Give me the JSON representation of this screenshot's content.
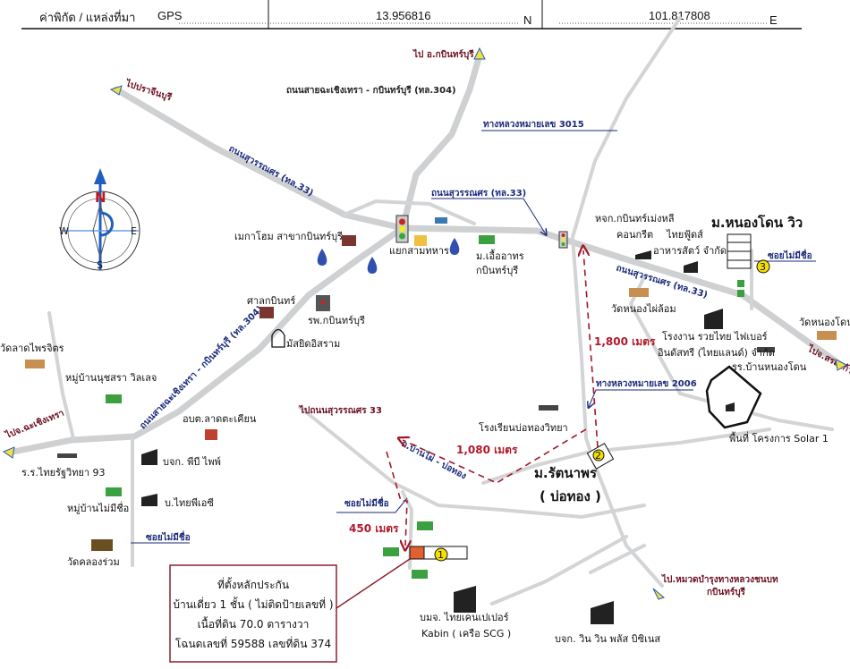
{
  "header": {
    "label": "ค่าพิกัด / แหล่งที่มา",
    "source": "GPS",
    "latitude": "13.956816",
    "lat_suffix": "N",
    "longitude": "101.817808",
    "lon_suffix": "E"
  },
  "compass": {
    "n": "N",
    "s": "S",
    "e": "E",
    "w": "W"
  },
  "roads": {
    "rd304_north": "ถนนสายฉะเชิงเทรา - กบินทร์บุรี (ทล.304)",
    "rd33_nw": "ถนนสุวรรณศร (ทล.33)",
    "rd3015": "ทางหลวงหมายเลข 3015",
    "rd33_callout": "ถนนสุวรรณศร (ทล.33)",
    "rd33_east": "ถนนสุวรรณศร (ทล.33)",
    "rd304_sw": "ถนนสายฉะเชิงเทรา - กบินทร์บุรี (ทล.304)",
    "rd2006": "ทางหลวงหมายเลข 2006",
    "banphai": "ถ.บ้านไผ่ - บ่อทอง",
    "soi_east": "ซอยไม่มีชื่อ",
    "soi_west": "ซอยไม่มีชื่อ",
    "soi_center": "ซอยไม่มีชื่อ"
  },
  "directions": {
    "to_kabin": "ไป อ.กบินทร์บุรี",
    "to_prachin": "ไปปราจีนบุรี",
    "to_chachoeng": "ไปจ.ฉะเชิงเทรา",
    "to_sakaeo": "ไปจ.สระแก้ว",
    "to_rd33": "ไปถนนสุวรรณศร 33",
    "to_rural_1": "ไป.หมวดบำรุงทางหลวงชนบท",
    "to_rural_2": "กบินทร์บุรี"
  },
  "distances": {
    "d1800": "1,800 เมตร",
    "d1080": "1,080 เมตร",
    "d450": "450 เมตร"
  },
  "places": {
    "megahome": "เมกาโฮม สาขากบินทร์บุรี",
    "samthahan": "แยกสามทหาร",
    "euarthon_1": "ม.เอื้ออาทร",
    "euarthon_2": "กบินทร์บุรี",
    "court": "ศาลกบินทร์",
    "hospital": "รพ.กบินทร์บุรี",
    "mosque": "มัสยิดอิสราม",
    "concrete_1": "หจก.กบินทร์เม่งหลี",
    "concrete_2": "คอนกรีต",
    "thaifoods_1": "ไทยฟู้ดส์",
    "thaifoods_2": "อาหารสัตว์ จำกัด",
    "nongkhon_view": "ม.หนองโดน วิว",
    "wat_nongphai": "วัดหนองไผ่ล้อม",
    "fiber_1": "โรงงาน รวยไทย ไฟเบอร์",
    "fiber_2": "อินดัสทรี (ไทยแลนด์) จำกัด",
    "wat_nongkhon": "วัดหนองโดน",
    "school_nongkhon": "รร.บ้านหนองโดน",
    "solar": "พื้นที่ โครงการ Solar 1",
    "school_bothong": "โรงเรียนบ่อทองวิทยา",
    "rattanaporn_1": "ม.รัตนาพร",
    "rattanaporn_2": "( บ่อทอง )",
    "wat_latphrai": "วัดลาดไพรจิตร",
    "nutsara": "หมู่บ้านนุชสรา วิลเลจ",
    "obt": "อบต.ลาดตะเคียน",
    "school_thairat": "ร.ร.ไทยรัฐวิทยา 93",
    "pbpipe": "บจก. พีบี ไพพ์",
    "thaipec": "บ.ไทยพีเอซี",
    "village_noname": "หมู่บ้านไม่มีชื่อ",
    "wat_khlongruam": "วัดคลองร่วม",
    "thaikane_1": "บมจ. ไทยเคนเปเปอร์",
    "thaikane_2": "Kabin ( เครือ SCG )",
    "winwin": "บจก. วิน วิน พลัส บิซิเนส"
  },
  "markers": {
    "m1": "1",
    "m2": "2",
    "m3": "3"
  },
  "info_box": {
    "line1": "ที่ตั้งหลักประกัน",
    "line2": "บ้านเดี่ยว 1 ชั้น ( ไม่ติดป้ายเลขที่ )",
    "line3": "เนื้อที่ดิน 70.0 ตารางวา",
    "line4": "โฉนดเลขที่ 59588 เลขที่ดิน 374"
  },
  "colors": {
    "road": "#cfd0d2",
    "distance": "#b0182a",
    "road_label": "#1b2a7a",
    "direction": "#6b1020",
    "marker": "#f5e000"
  }
}
